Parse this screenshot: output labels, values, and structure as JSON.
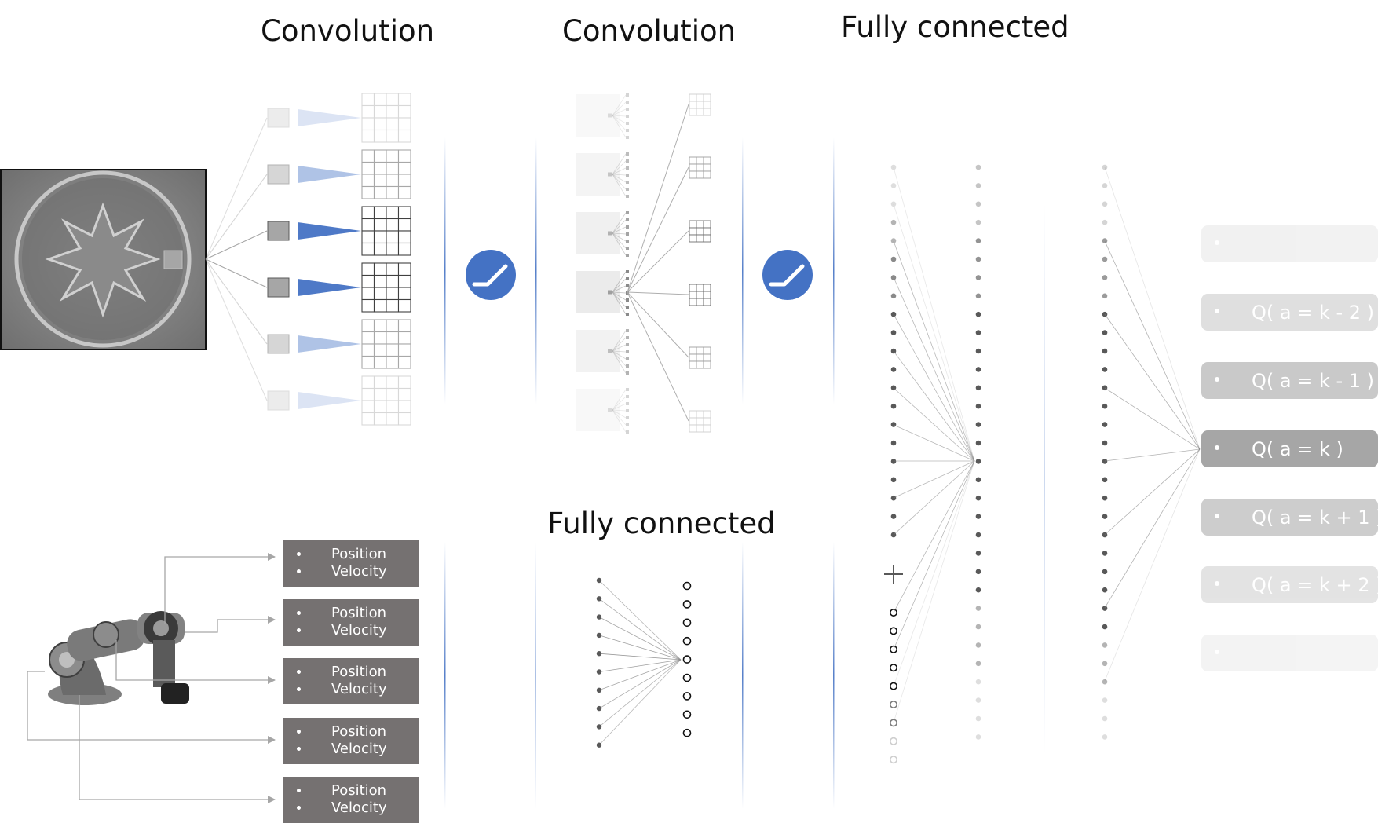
{
  "titles": {
    "conv1": "Convolution",
    "conv2": "Convolution",
    "fc_top": "Fully connected",
    "fc_bottom": "Fully connected"
  },
  "state_boxes": [
    {
      "line1": "Position",
      "line2": "Velocity"
    },
    {
      "line1": "Position",
      "line2": "Velocity"
    },
    {
      "line1": "Position",
      "line2": "Velocity"
    },
    {
      "line1": "Position",
      "line2": "Velocity"
    },
    {
      "line1": "Position",
      "line2": "Velocity"
    }
  ],
  "q_values": [
    {
      "label": "",
      "opacity": 0.15
    },
    {
      "label": "Q( a = k - 2 )",
      "opacity": 0.35
    },
    {
      "label": "Q( a = k - 1 )",
      "opacity": 0.6
    },
    {
      "label": "Q( a = k )",
      "opacity": 1.0
    },
    {
      "label": "Q( a = k + 1 )",
      "opacity": 0.55
    },
    {
      "label": "Q( a = k + 2 )",
      "opacity": 0.3
    },
    {
      "label": "",
      "opacity": 0.12
    }
  ],
  "colors": {
    "relu_blue": "#4472c4",
    "box_gray": "#757171",
    "q_gray": "#a6a6a6",
    "dot_dark": "#595959"
  },
  "icons": {
    "relu": "relu-activation-icon",
    "merge": "plus-icon"
  }
}
